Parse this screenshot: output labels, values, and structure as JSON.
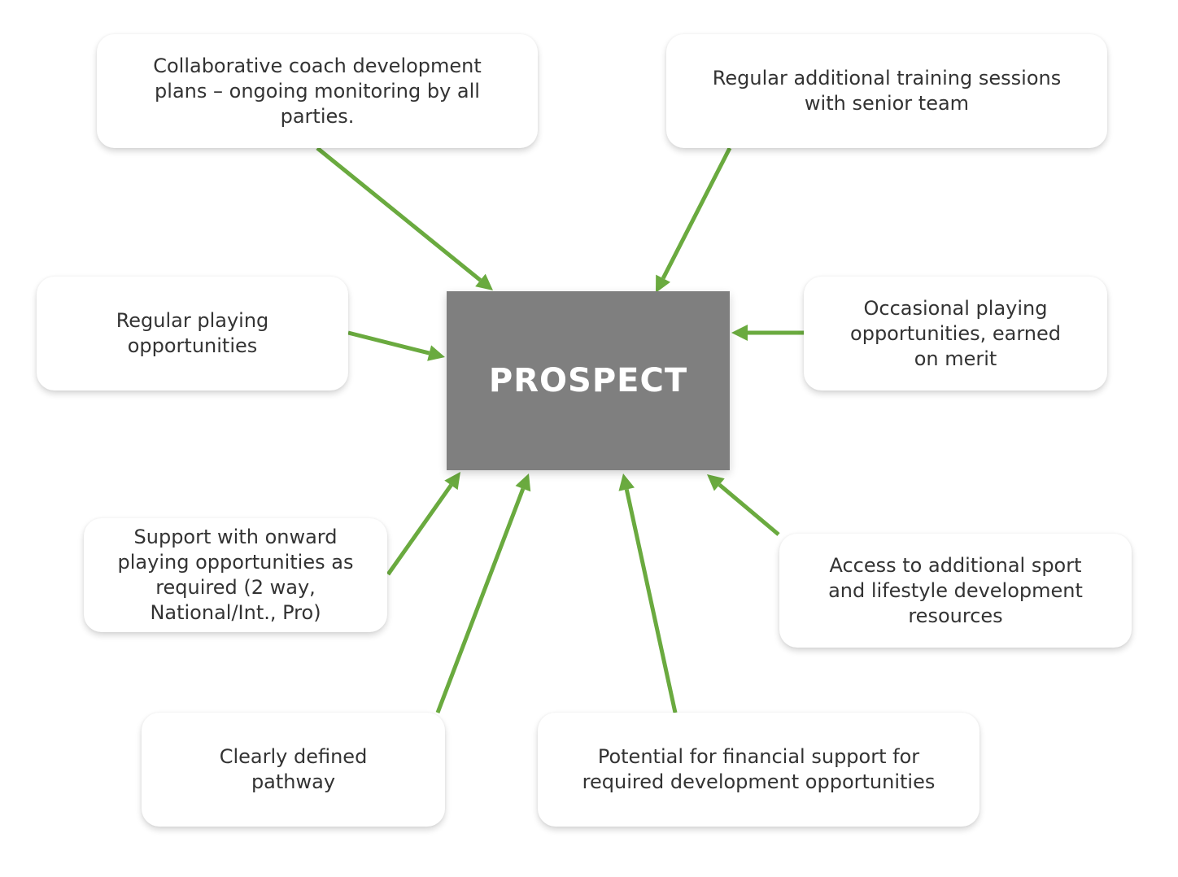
{
  "center": {
    "label": "PROSPECT"
  },
  "nodes": [
    {
      "text": "Collaborative coach development plans – ongoing monitoring by all parties."
    },
    {
      "text": "Regular additional training sessions with senior team"
    },
    {
      "text": "Regular playing opportunities"
    },
    {
      "text": "Occasional playing opportunities, earned on merit"
    },
    {
      "text": "Support with onward playing opportunities as required (2 way, National/Int., Pro)"
    },
    {
      "text": "Access to additional sport and lifestyle development resources"
    },
    {
      "text": "Clearly defined pathway"
    },
    {
      "text": "Potential for financial support for required development opportunities"
    }
  ],
  "colors": {
    "arrow": "#6aaa3f",
    "center": "#7f7f7f"
  }
}
